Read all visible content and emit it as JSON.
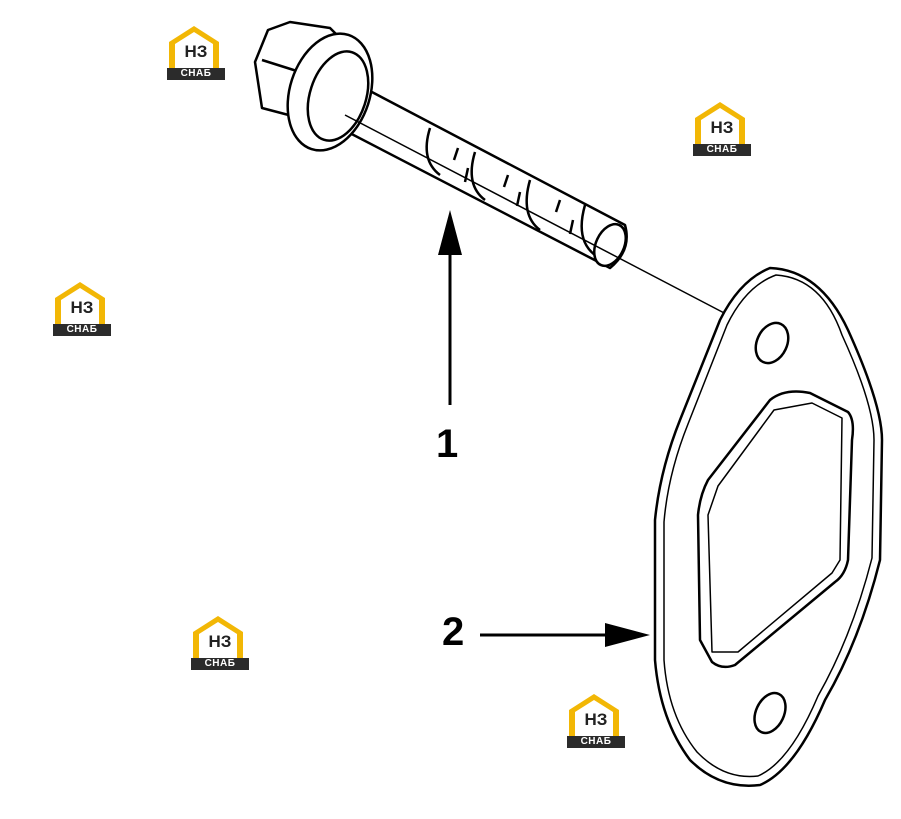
{
  "callouts": [
    {
      "id": "1",
      "label": "1"
    },
    {
      "id": "2",
      "label": "2"
    }
  ],
  "watermark": {
    "mark": "НЗ",
    "text": "СНАБ",
    "colors": {
      "roof": "#f2b705",
      "dark": "#2b2b2b",
      "text": "#ffffff"
    }
  },
  "parts": [
    {
      "name": "bolt",
      "icon": "flange-bolt-icon"
    },
    {
      "name": "gasket",
      "icon": "exhaust-gasket-icon"
    }
  ]
}
